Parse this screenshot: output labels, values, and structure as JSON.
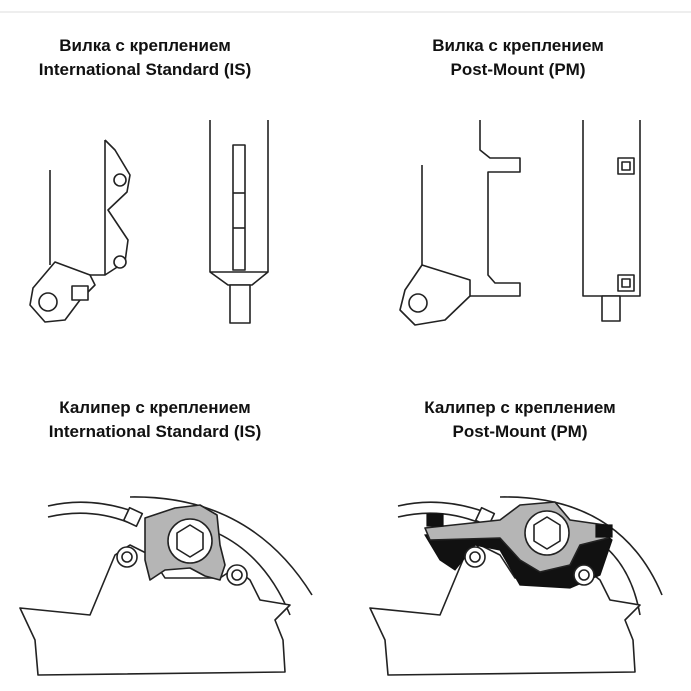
{
  "fork_is": {
    "line1": "Вилка с креплением",
    "line2": "International Standard (IS)"
  },
  "fork_pm": {
    "line1": "Вилка с креплением",
    "line2": "Post-Mount (PM)"
  },
  "caliper_is": {
    "line1": "Калипер с креплением",
    "line2": "International Standard (IS)"
  },
  "caliper_pm": {
    "line1": "Калипер с креплением",
    "line2": "Post-Mount (PM)"
  }
}
